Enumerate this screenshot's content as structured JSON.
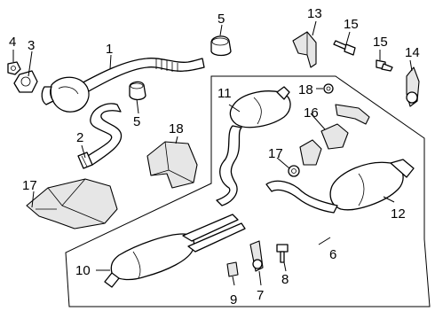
{
  "diagram": {
    "callouts": {
      "c1": "1",
      "c2": "2",
      "c3": "3",
      "c4": "4",
      "c5a": "5",
      "c5b": "5",
      "c6": "6",
      "c7": "7",
      "c8": "8",
      "c9": "9",
      "c10": "10",
      "c11": "11",
      "c12": "12",
      "c13": "13",
      "c14": "14",
      "c15a": "15",
      "c15b": "15",
      "c16": "16",
      "c17a": "17",
      "c17b": "17",
      "c18a": "18",
      "c18b": "18"
    }
  }
}
